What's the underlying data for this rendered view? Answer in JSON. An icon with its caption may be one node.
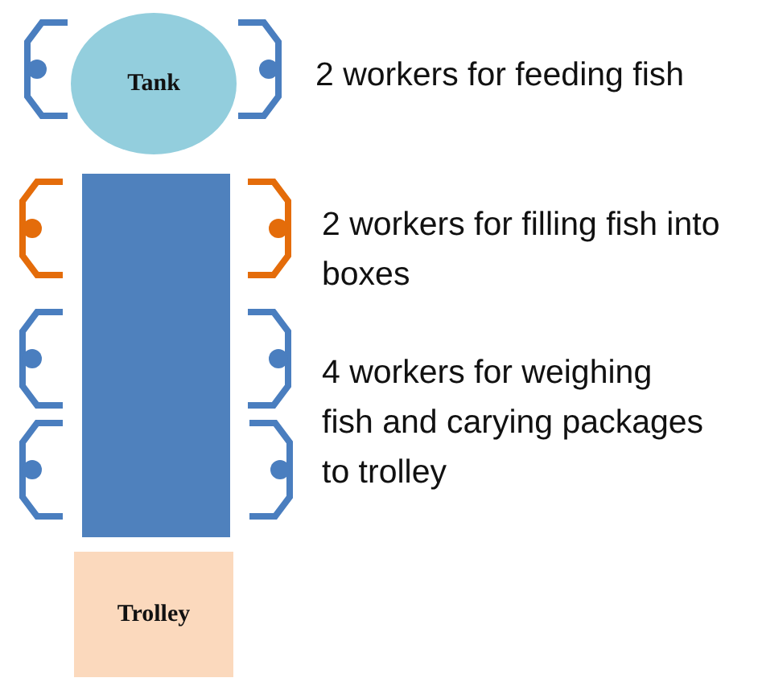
{
  "diagram": {
    "nodes": [
      {
        "text": [
          "Tank"
        ]
      },
      {
        "text": [],
        "shape": "box"
      },
      {
        "text": [
          "Trolley"
        ]
      }
    ],
    "labels": [
      "2 workers for feeding fish",
      "2 workers for filling fish into boxes",
      "4 workers for weighing fish and carying packages to trolley"
    ]
  }
}
